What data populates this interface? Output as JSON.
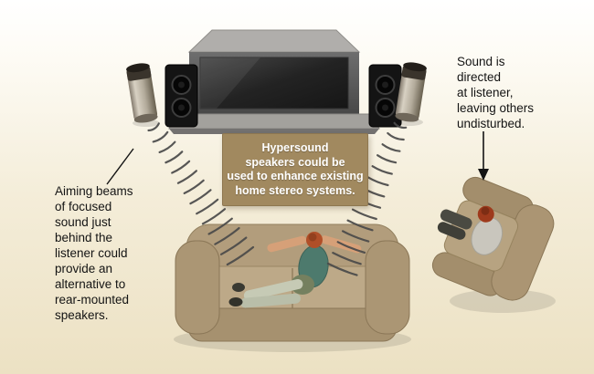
{
  "annotations": {
    "left": "Aiming beams\nof focused\nsound just\nbehind the\nlistener could\nprovide an\nalternative to\nrear-mounted\nspeakers.",
    "right": "Sound is\ndirected\nat listener,\nleaving others\nundisturbed.",
    "caption": "Hypersound\nspeakers could be\nused to enhance existing\nhome stereo systems."
  },
  "colors": {
    "background_top": "#ffffff",
    "background_bottom": "#ece1c3",
    "caption_box_background": "#a1895f",
    "caption_text": "#ffffff",
    "annotation_text": "#141414",
    "sound_wave": "#4a4a4a",
    "couch": "#b29d7c",
    "armchair": "#ab9573"
  }
}
